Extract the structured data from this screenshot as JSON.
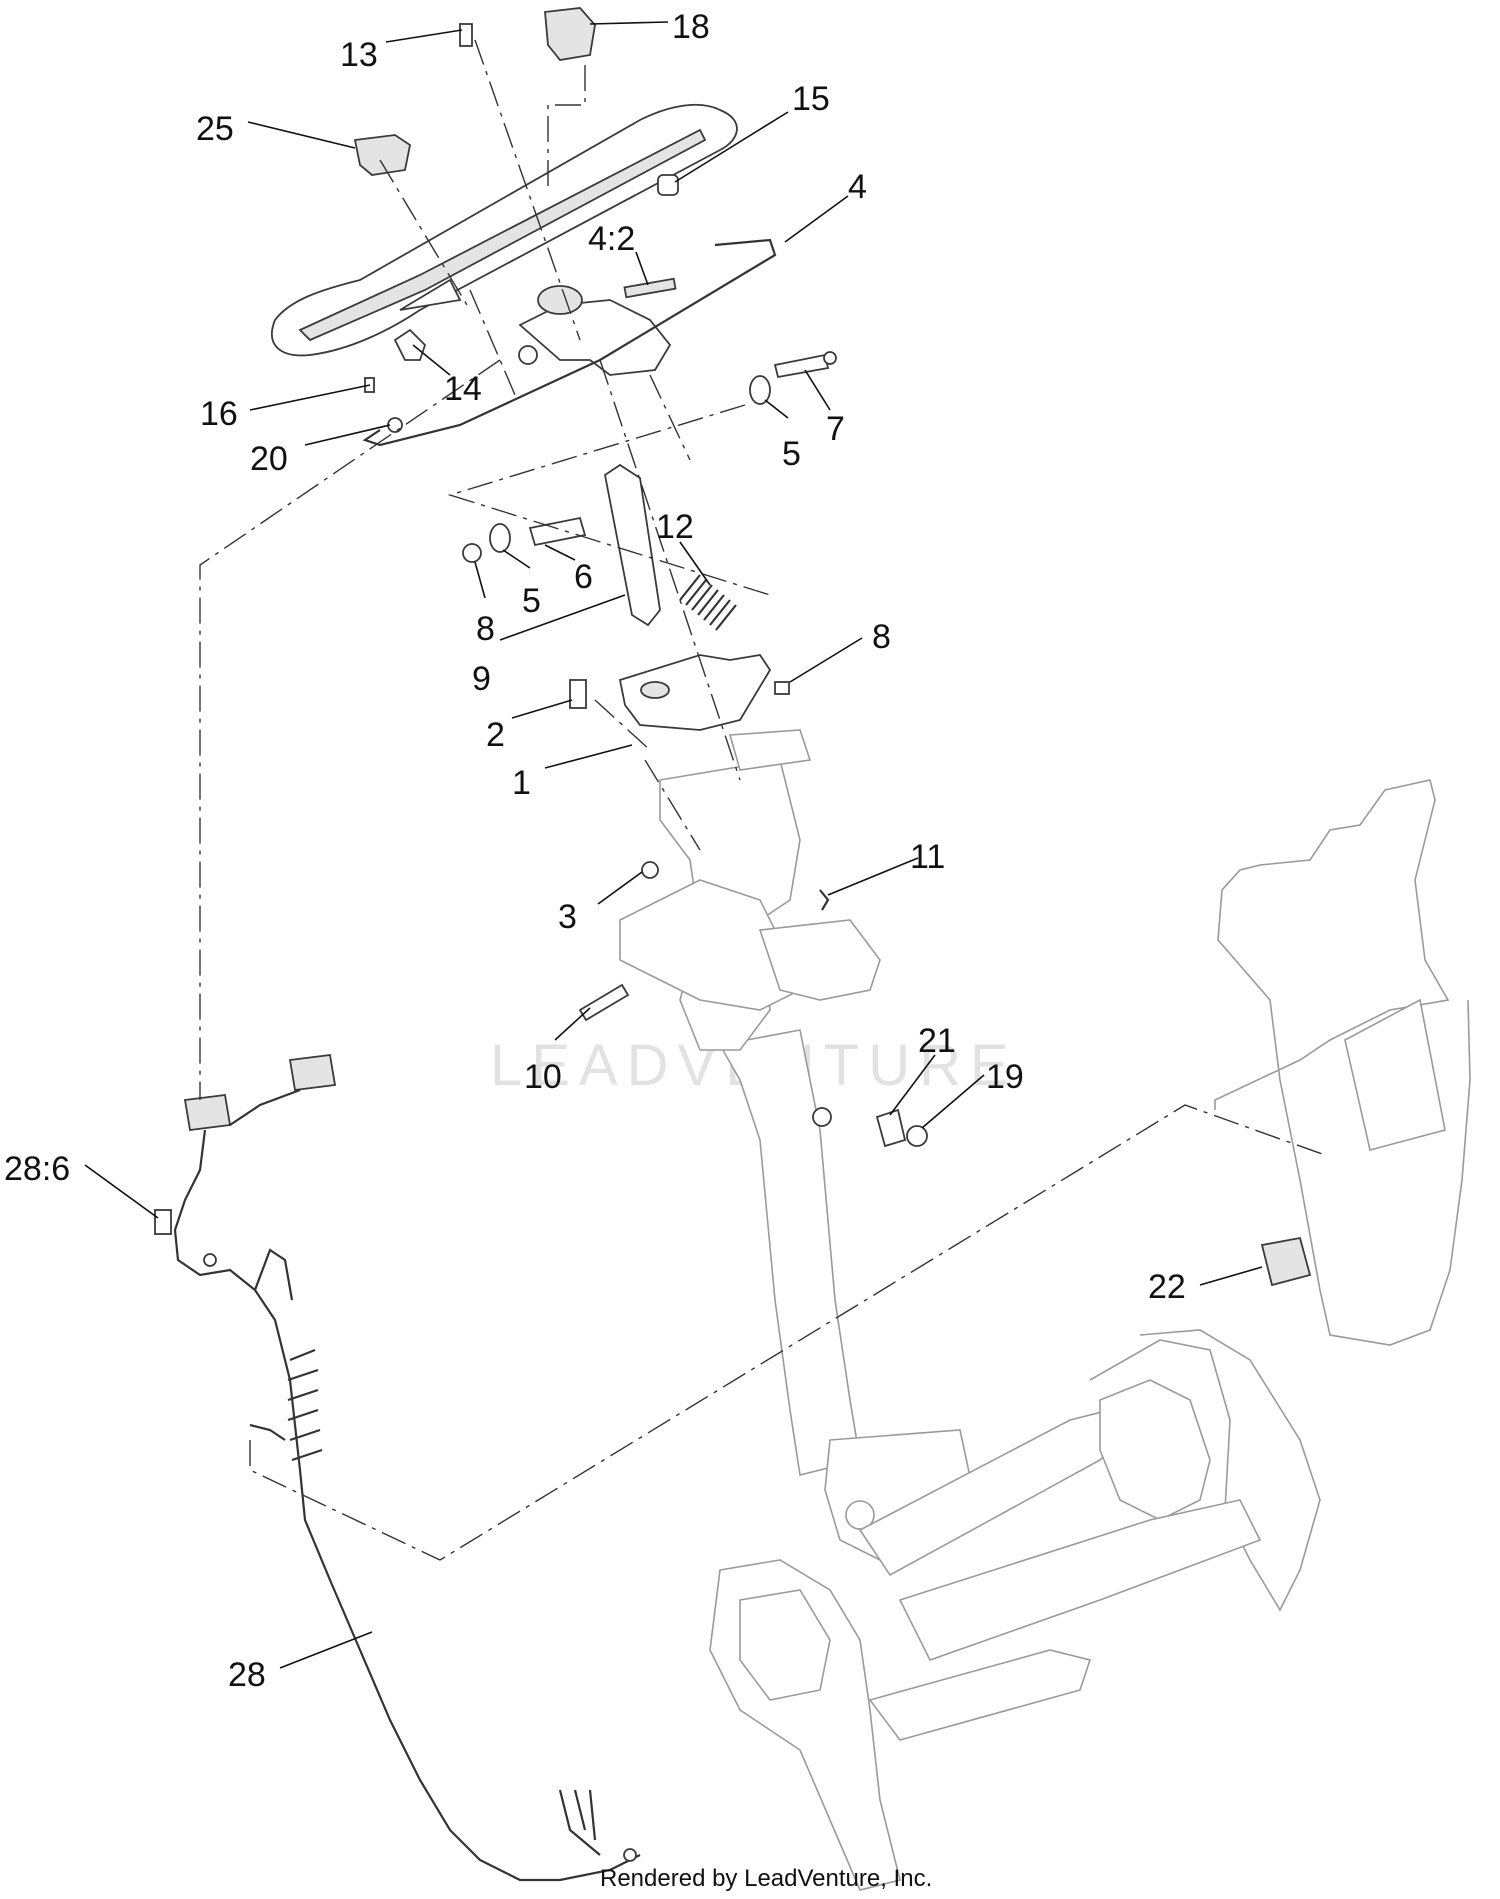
{
  "diagram": {
    "watermark": "LEADVENTURE",
    "footer": "Rendered by LeadVenture, Inc.",
    "callouts": [
      {
        "id": "c13",
        "label": "13"
      },
      {
        "id": "c18",
        "label": "18"
      },
      {
        "id": "c25",
        "label": "25"
      },
      {
        "id": "c15",
        "label": "15"
      },
      {
        "id": "c4",
        "label": "4"
      },
      {
        "id": "c4-2",
        "label": "4:2"
      },
      {
        "id": "c7",
        "label": "7"
      },
      {
        "id": "c14",
        "label": "14"
      },
      {
        "id": "c16",
        "label": "16"
      },
      {
        "id": "c20",
        "label": "20"
      },
      {
        "id": "c5a",
        "label": "5"
      },
      {
        "id": "c12",
        "label": "12"
      },
      {
        "id": "c6",
        "label": "6"
      },
      {
        "id": "c5b",
        "label": "5"
      },
      {
        "id": "c8a",
        "label": "8"
      },
      {
        "id": "c9",
        "label": "9"
      },
      {
        "id": "c8b",
        "label": "8"
      },
      {
        "id": "c2",
        "label": "2"
      },
      {
        "id": "c1",
        "label": "1"
      },
      {
        "id": "c11",
        "label": "11"
      },
      {
        "id": "c3",
        "label": "3"
      },
      {
        "id": "c10",
        "label": "10"
      },
      {
        "id": "c21",
        "label": "21"
      },
      {
        "id": "c19",
        "label": "19"
      },
      {
        "id": "c28-6",
        "label": "28:6"
      },
      {
        "id": "c22",
        "label": "22"
      },
      {
        "id": "c28",
        "label": "28"
      }
    ]
  }
}
